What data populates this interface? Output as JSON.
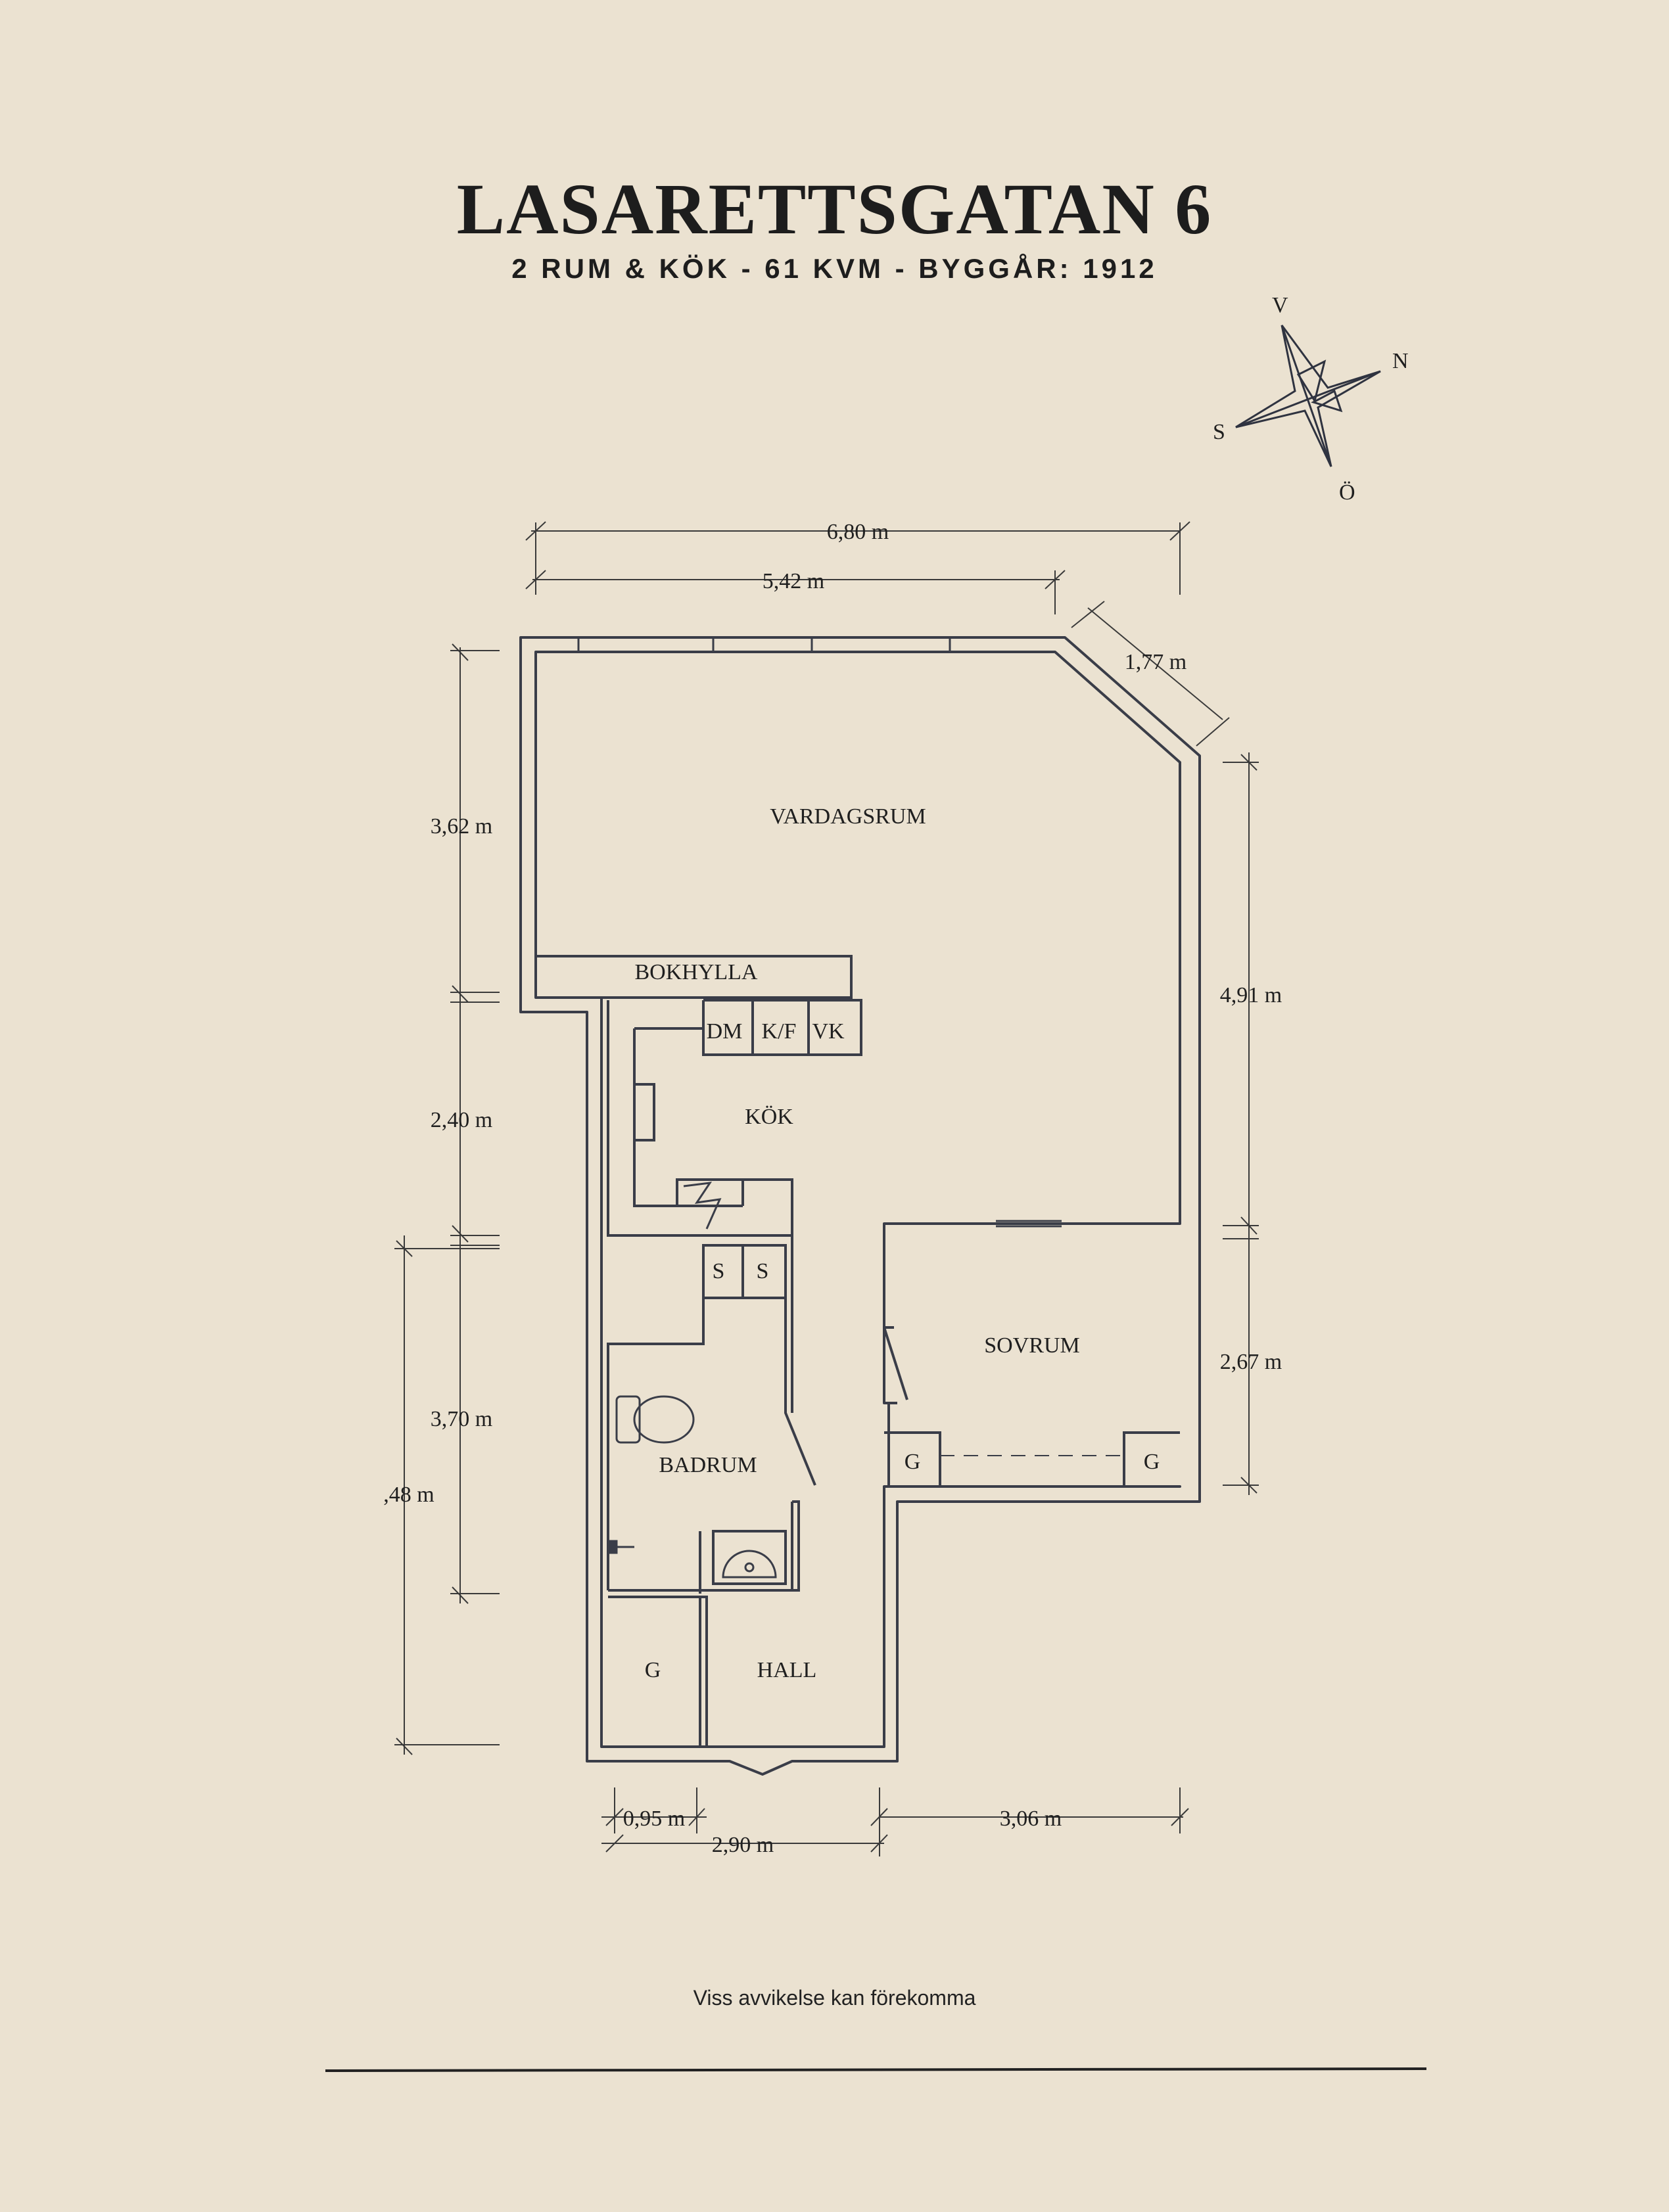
{
  "header": {
    "title": "LASARETTSGATAN 6",
    "subtitle": "2 RUM & KÖK  -  61 KVM  -  BYGGÅR: 1912"
  },
  "compass": {
    "north": "N",
    "south": "S",
    "west": "V",
    "east": "Ö"
  },
  "rooms": {
    "vardagsrum": "VARDAGSRUM",
    "bokhylla": "BOKHYLLA",
    "dm": "DM",
    "kf": "K/F",
    "vk": "VK",
    "kok": "KÖK",
    "s1": "S",
    "s2": "S",
    "sovrum": "SOVRUM",
    "g_sovrum_left": "G",
    "g_sovrum_right": "G",
    "badrum": "BADRUM",
    "g_hall": "G",
    "hall": "HALL"
  },
  "dimensions": {
    "top_total": "6,80 m",
    "top_inner": "5,42 m",
    "diagonal": "1,77 m",
    "left_upper": "3,62 m",
    "left_middle": "2,40 m",
    "left_lower": "3,70 m",
    "left_outer": ",48 m",
    "right_upper": "4,91 m",
    "right_lower": "2,67 m",
    "bottom_small": "0,95 m",
    "bottom_left": "2,90 m",
    "bottom_right": "3,06 m"
  },
  "footer": {
    "disclaimer": "Viss avvikelse kan förekomma"
  }
}
